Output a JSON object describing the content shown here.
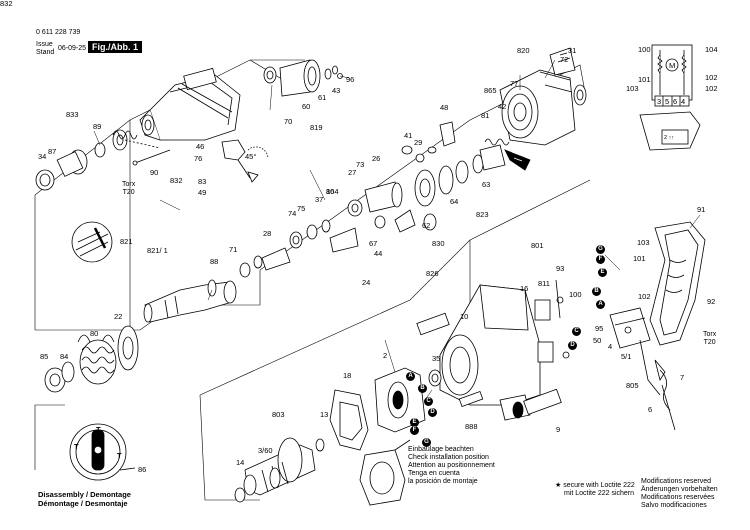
{
  "header": {
    "part_number": "0 611 228 739",
    "issue_label": "Issue",
    "stand_label": "Stand",
    "issue_date": "06-09-25",
    "figure_label": "Fig./Abb. 1"
  },
  "part_labels": [
    "820",
    "31",
    "72",
    "77",
    "96",
    "43",
    "61",
    "60",
    "70",
    "819",
    "73",
    "865",
    "42",
    "48",
    "81",
    "41",
    "29",
    "833",
    "89",
    "34",
    "87",
    "46",
    "76",
    "45°",
    "832",
    "83",
    "49",
    "90",
    "27",
    "75",
    "74",
    "37",
    "86",
    "26",
    "62",
    "64",
    "63",
    "823",
    "821",
    "821/ 1",
    "88",
    "71",
    "28",
    "67",
    "44",
    "24",
    "830",
    "826",
    "22",
    "80",
    "85",
    "84",
    "35",
    "2",
    "18",
    "803",
    "13",
    "3/60",
    "14",
    "801",
    "93",
    "811",
    "16",
    "100",
    "10",
    "888",
    "9",
    "91",
    "92",
    "5/1",
    "805",
    "7",
    "6",
    "4",
    "95",
    "50",
    "102",
    "101",
    "103",
    "104",
    "86",
    "832"
  ],
  "torx": [
    {
      "label": "Torx",
      "size": "T20"
    },
    {
      "label": "Torx",
      "size": "T20"
    }
  ],
  "wiring_labels": [
    "100",
    "104",
    "101",
    "102",
    "103",
    "M",
    "102",
    "3",
    "5",
    "6",
    "4"
  ],
  "wiring_box_text": "2 ↑↑",
  "circle_letters": [
    "A",
    "B",
    "C",
    "D",
    "E",
    "F",
    "G",
    "A",
    "B",
    "C",
    "D",
    "E",
    "F",
    "G"
  ],
  "install_note": {
    "lines": [
      "Einbaulage beachten",
      "Check installation position",
      "Attention au positionnement",
      "Tenga en cuenta",
      "la posición de montaje"
    ]
  },
  "loctite_note": {
    "lines": [
      "★ secure with Loctite 222",
      "mit Loctite 222 sichern"
    ]
  },
  "modifications_note": {
    "lines": [
      "Modifications reserved",
      "Änderungen vorbehalten",
      "Modifications reservées",
      "Salvo modificaciones"
    ]
  },
  "disassembly_note": {
    "lines": [
      "Disassembly / Demontage",
      "Démontage / Desmontaje"
    ]
  },
  "dial_labels": [
    "T",
    "T",
    "T"
  ]
}
